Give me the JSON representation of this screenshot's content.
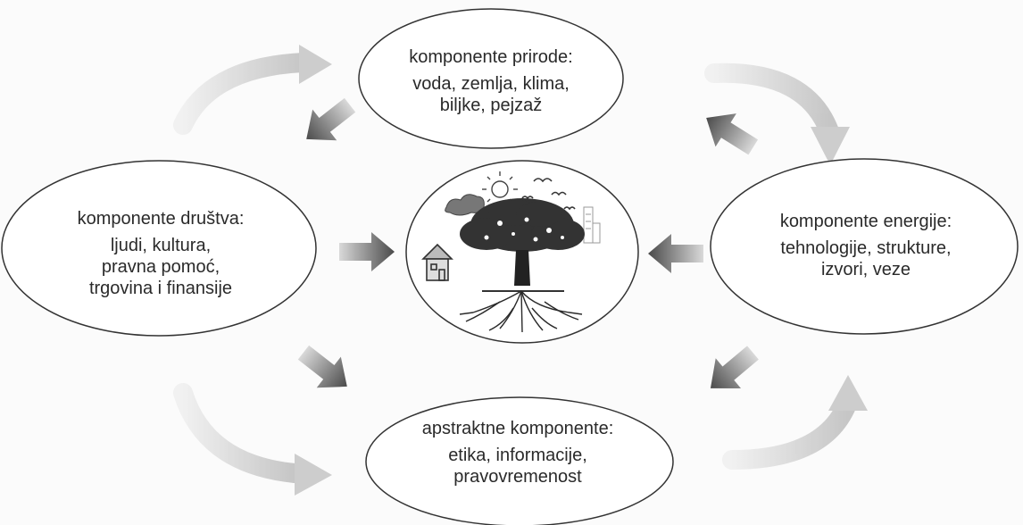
{
  "nodes": {
    "top": {
      "title": "komponente prirode:",
      "lines": [
        "voda, zemlja, klima,",
        "biljke, pejzaž"
      ]
    },
    "left": {
      "title": "komponente društva:",
      "lines": [
        "ljudi, kultura,",
        "pravna pomoć,",
        "trgovina i finansije"
      ]
    },
    "right": {
      "title": "komponente energije:",
      "lines": [
        "tehnologije, strukture,",
        "izvori, veze"
      ]
    },
    "bottom": {
      "title": "apstraktne komponente:",
      "lines": [
        "etika, informacije,",
        "pravovremenost"
      ]
    }
  },
  "center": {
    "image": "tree-with-roots-sun-birds-house-icon"
  },
  "colors": {
    "ellipse_stroke": "#333333",
    "arrow_dark": "#5a5a5a",
    "arrow_light": "#c8c8c8"
  }
}
